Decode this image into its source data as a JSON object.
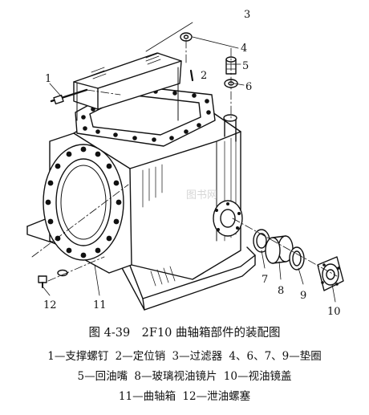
{
  "figure": {
    "callouts": [
      "1",
      "2",
      "3",
      "4",
      "5",
      "6",
      "7",
      "8",
      "9",
      "10",
      "11",
      "12"
    ],
    "watermark": "图书网"
  },
  "caption": {
    "title": "图 4-39　2F10 曲轴箱部件的装配图",
    "legend_lines": [
      [
        "1—支撑螺钉",
        "2—定位销",
        "3—过滤器",
        "4、6、7、9—垫圈"
      ],
      [
        "5—回油嘴",
        "8—玻璃视油镜片",
        "10—视油镜盖"
      ],
      [
        "11—曲轴箱",
        "12—泄油螺塞"
      ]
    ]
  }
}
